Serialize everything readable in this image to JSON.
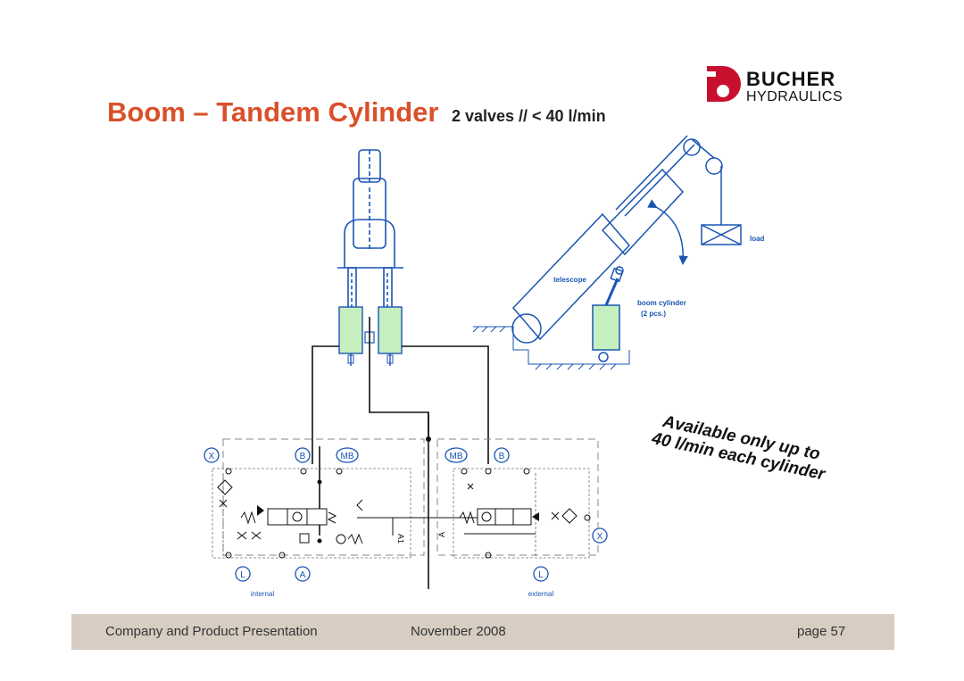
{
  "title": {
    "main": "Boom – Tandem Cylinder",
    "sub": "2 valves // < 40 l/min"
  },
  "logo": {
    "line1": "BUCHER",
    "line2": "HYDRAULICS",
    "brand_color": "#c8102e"
  },
  "colors": {
    "title": "#d9502a",
    "diagram_blue": "#1a55b3",
    "cylinder_fill": "#c6efc0",
    "footer_bg": "#d7cdc3"
  },
  "boom_sketch": {
    "telescope_label": "telescope",
    "cylinder_label": "boom cylinder",
    "cylinder_count": "(2 pcs.)",
    "load_label": "load"
  },
  "schematic": {
    "ports_left": [
      "X",
      "B",
      "MB",
      "L",
      "A"
    ],
    "ports_right": [
      "MB",
      "B",
      "X",
      "L"
    ],
    "label_a1": "A1",
    "label_a": "A",
    "left_caption": "internal",
    "right_caption": "external"
  },
  "note": {
    "line1": "Available only up to",
    "line2": "40 l/min each cylinder"
  },
  "footer": {
    "left": "Company and Product Presentation",
    "center": "November 2008",
    "page": "page 57"
  }
}
